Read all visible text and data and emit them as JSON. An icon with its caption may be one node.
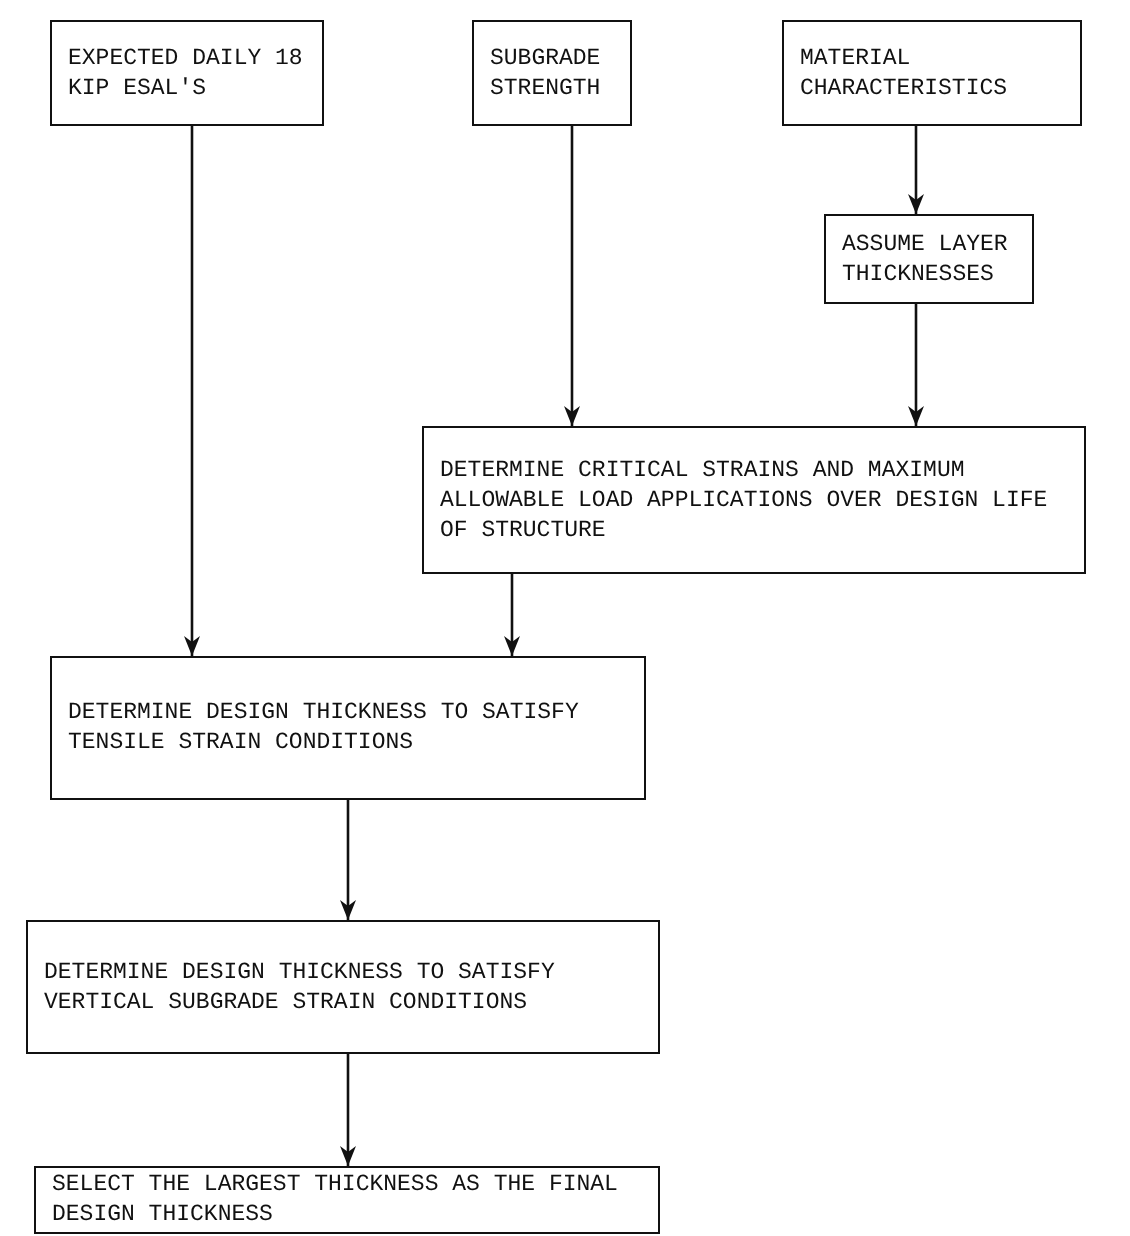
{
  "diagram": {
    "nodes": [
      {
        "text": [
          "EXPECTED DAILY 18 KIP ESAL'S"
        ]
      },
      {
        "text": [
          "SUBGRADE STRENGTH"
        ]
      },
      {
        "text": [
          "MATERIAL CHARACTERISTICS"
        ]
      },
      {
        "text": [
          "ASSUME LAYER THICKNESSES"
        ]
      },
      {
        "text": [
          "DETERMINE CRITICAL STRAINS AND MAXIMUM ALLOWABLE LOAD APPLICATIONS OVER DESIGN LIFE OF STRUCTURE"
        ]
      },
      {
        "text": [
          "DETERMINE DESIGN THICKNESS TO SATISFY TENSILE STRAIN CONDITIONS"
        ]
      },
      {
        "text": [
          "DETERMINE DESIGN THICKNESS TO SATISFY VERTICAL SUBGRADE STRAIN CONDITIONS"
        ]
      },
      {
        "text": [
          "SELECT THE LARGEST THICKNESS AS THE FINAL DESIGN THICKNESS"
        ]
      }
    ],
    "edges": [
      {
        "from": 0,
        "to": 5,
        "arrow": "to"
      },
      {
        "from": 1,
        "to": 4,
        "arrow": "to"
      },
      {
        "from": 2,
        "to": 3,
        "arrow": "to"
      },
      {
        "from": 3,
        "to": 4,
        "arrow": "to"
      },
      {
        "from": 4,
        "to": 5,
        "arrow": "to"
      },
      {
        "from": 5,
        "to": 6,
        "arrow": "to"
      },
      {
        "from": 6,
        "to": 7,
        "arrow": "to"
      }
    ]
  }
}
